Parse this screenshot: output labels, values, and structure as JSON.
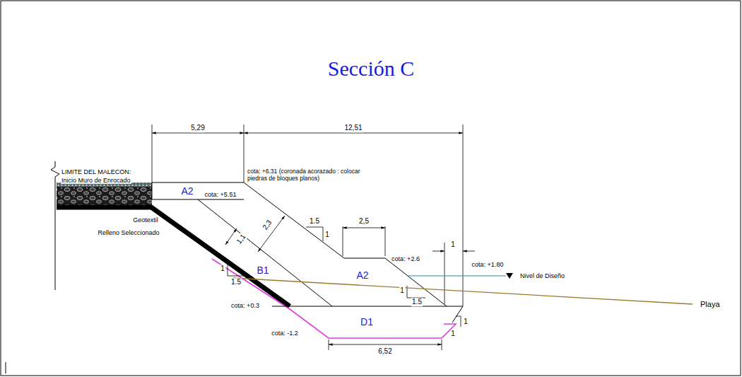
{
  "diagram": {
    "title": "Sección C",
    "labels": [
      "5,29",
      "12,51",
      "LIMITE DEL MALECON:",
      "Inicio Muro de Enrocado",
      "A2",
      "cota: +6.31 (coronada acorazado : colocar piedras de bloques planos)",
      "cota: +5.51",
      "Geotextil",
      "Relleno Seleccionado",
      "2,3",
      "1,1",
      "1.5",
      "1",
      "2,5",
      "cota: +2.6",
      "1",
      "cota: +1.80",
      "Nivel de Diseño",
      "B1",
      "A2",
      "1",
      "1.5",
      "1",
      "1.5",
      "cota: +0.3",
      "D1",
      "cota: -1.2",
      "1",
      "1",
      "6,52",
      "Playa"
    ]
  }
}
